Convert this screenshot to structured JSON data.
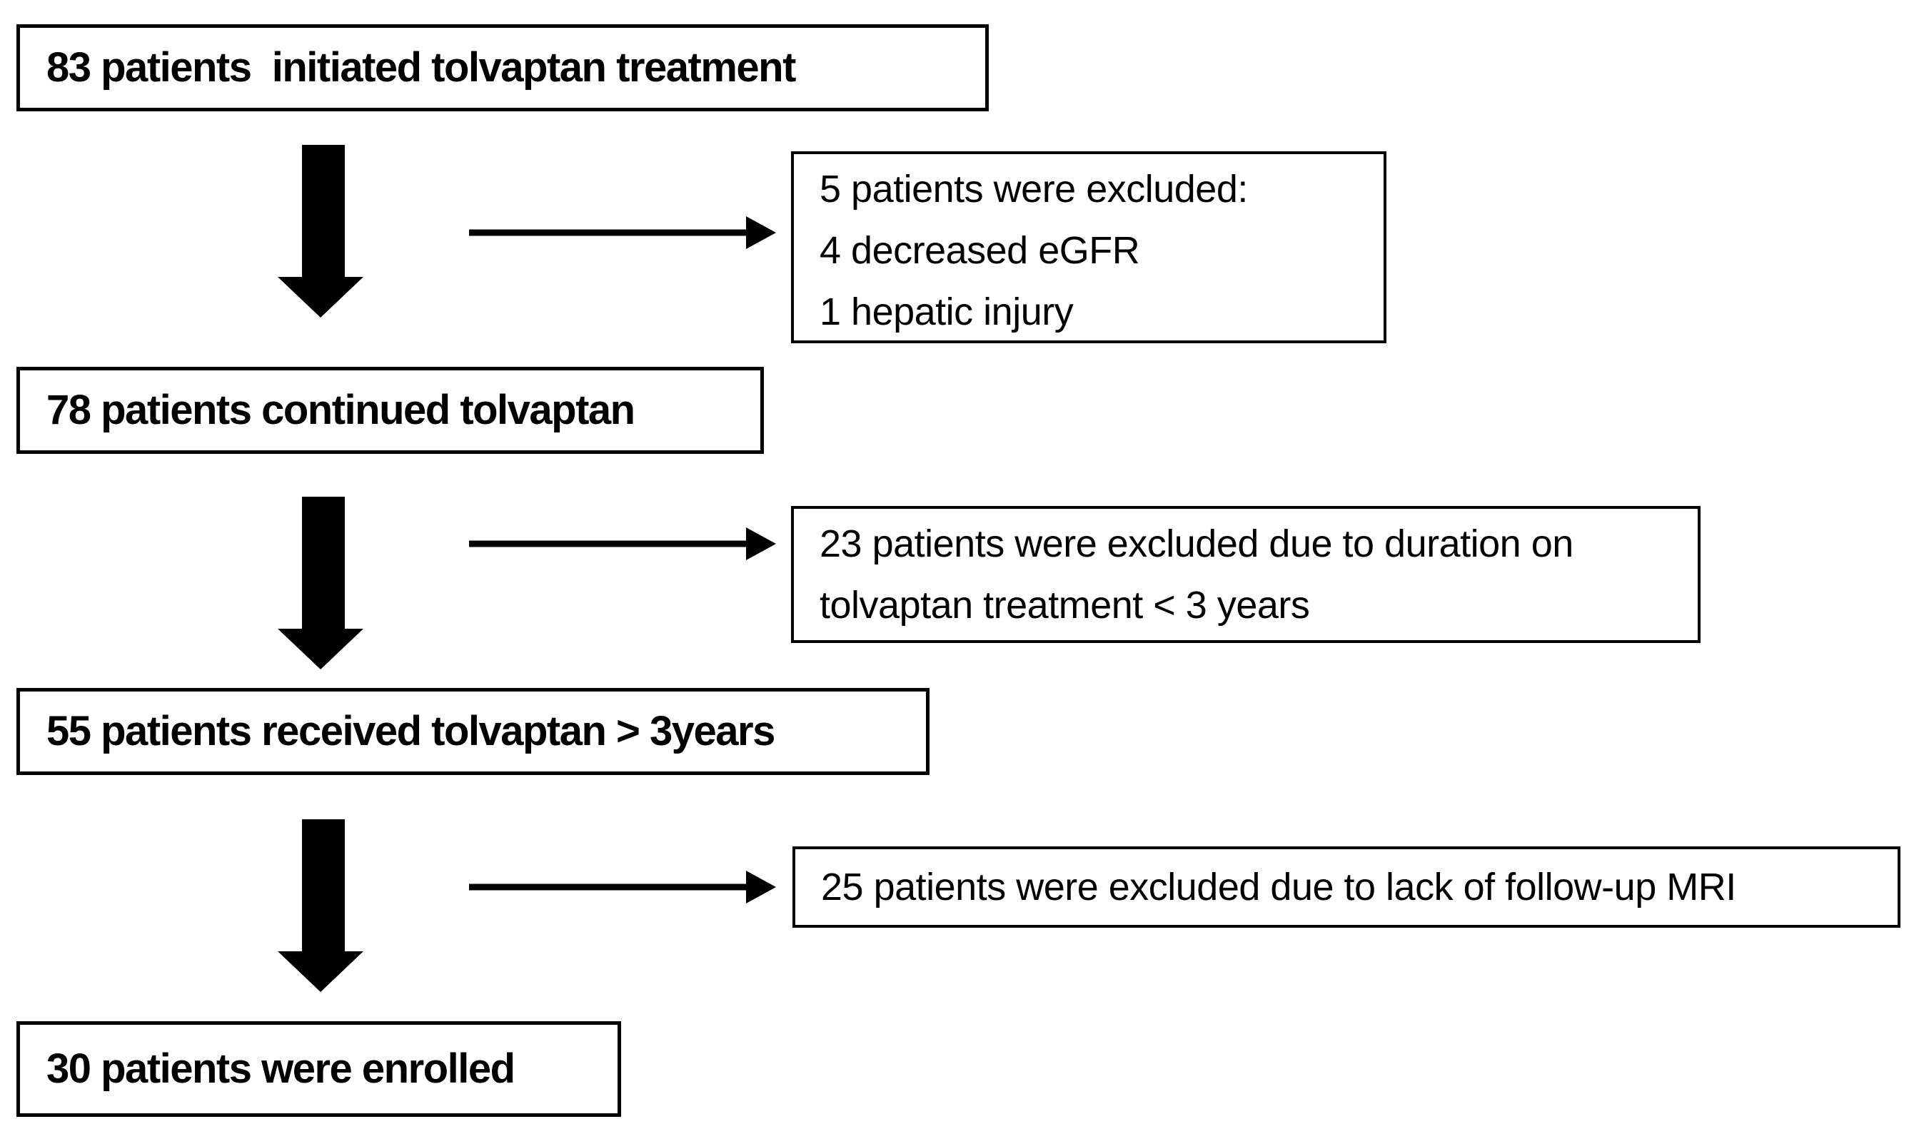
{
  "colors": {
    "background": "#ffffff",
    "box_border": "#000000",
    "text": "#000000",
    "arrow": "#000000"
  },
  "flow": {
    "main_boxes": [
      {
        "label": "83 patients  initiated tolvaptan treatment"
      },
      {
        "label": "78 patients continued tolvaptan"
      },
      {
        "label": "55 patients received tolvaptan > 3years"
      },
      {
        "label": "30 patients were enrolled"
      }
    ],
    "exclusion_boxes": [
      {
        "lines": [
          "5 patients were excluded:",
          "4 decreased eGFR",
          "1 hepatic injury"
        ]
      },
      {
        "lines": [
          "23 patients were excluded due to duration on",
          "tolvaptan treatment < 3 years"
        ]
      },
      {
        "lines": [
          "25 patients were excluded due to lack of follow-up MRI"
        ]
      }
    ]
  }
}
